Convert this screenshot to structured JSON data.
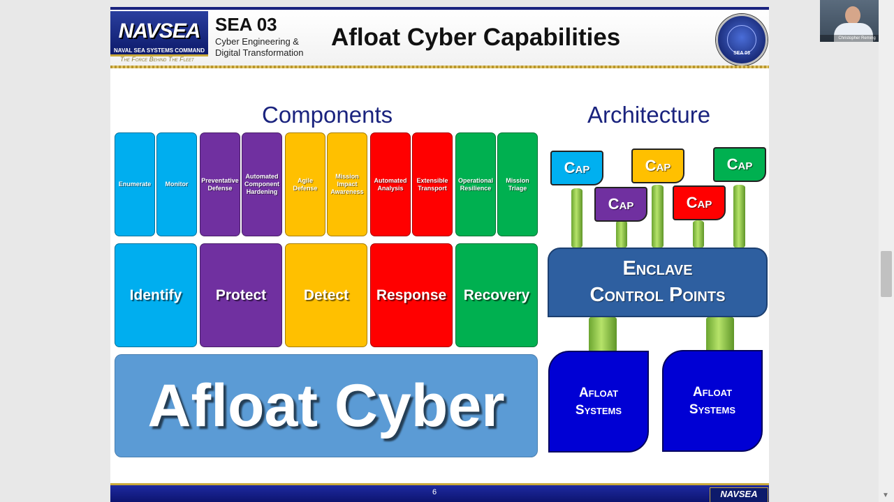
{
  "header": {
    "logo_word": "NAVSEA",
    "logo_sub": "NAVAL SEA SYSTEMS COMMAND",
    "tagline": "The Force Behind The Fleet",
    "org_code": "SEA 03",
    "org_desc": "Cyber Engineering & Digital Transformation",
    "title": "Afloat Cyber Capabilities",
    "seal_text": "SEA 03"
  },
  "components": {
    "heading": "Components",
    "sub_capabilities": [
      {
        "label": "Enumerate",
        "color": "#00aeef"
      },
      {
        "label": "Monitor",
        "color": "#00aeef"
      },
      {
        "label": "Preventative Defense",
        "color": "#7030a0"
      },
      {
        "label": "Automated Component Hardening",
        "color": "#7030a0"
      },
      {
        "label": "Agile Defense",
        "color": "#ffc000"
      },
      {
        "label": "Mission Impact Awareness",
        "color": "#ffc000"
      },
      {
        "label": "Automated Analysis",
        "color": "#ff0000"
      },
      {
        "label": "Extensible Transport",
        "color": "#ff0000"
      },
      {
        "label": "Operational Resilience",
        "color": "#00b050"
      },
      {
        "label": "Mission Triage",
        "color": "#00b050"
      }
    ],
    "functions": [
      {
        "label": "Identify",
        "color": "#00aeef"
      },
      {
        "label": "Protect",
        "color": "#7030a0"
      },
      {
        "label": "Detect",
        "color": "#ffc000"
      },
      {
        "label": "Response",
        "color": "#ff0000"
      },
      {
        "label": "Recovery",
        "color": "#00b050"
      }
    ],
    "foundation": "Afloat Cyber"
  },
  "architecture": {
    "heading": "Architecture",
    "caps": [
      {
        "label": "Cap",
        "color": "#00b0f0"
      },
      {
        "label": "Cap",
        "color": "#7030a0"
      },
      {
        "label": "Cap",
        "color": "#ffc000"
      },
      {
        "label": "Cap",
        "color": "#ff0000"
      },
      {
        "label": "Cap",
        "color": "#00b050"
      }
    ],
    "enclave_line1": "Enclave",
    "enclave_line2": "Control Points",
    "systems": [
      {
        "line1": "Afloat",
        "line2": "Systems"
      },
      {
        "line1": "Afloat",
        "line2": "Systems"
      }
    ]
  },
  "footer": {
    "page_number": "6",
    "logo_word": "NAVSEA"
  },
  "webcam": {
    "participant_name": "Christopher Reming"
  }
}
